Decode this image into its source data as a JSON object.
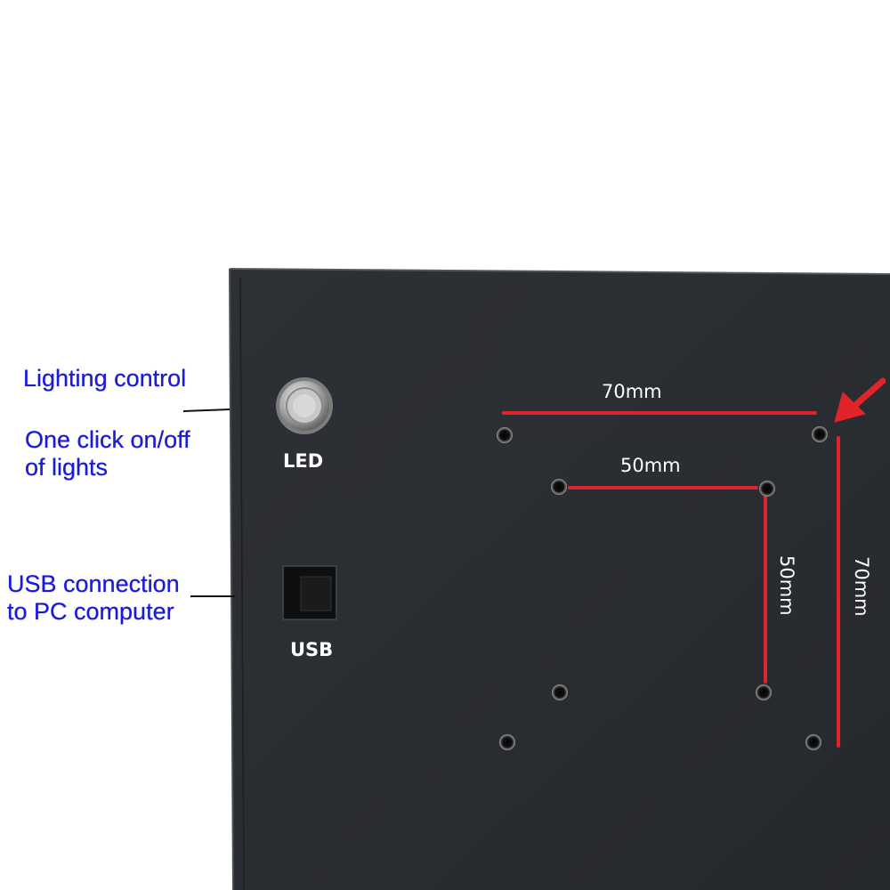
{
  "annotations": {
    "lighting_title": "Lighting control",
    "lighting_line1": "One click on/off",
    "lighting_line2": "of lights",
    "usb_line1": "USB connection",
    "usb_line2": "to PC computer"
  },
  "panel": {
    "led_label": "LED",
    "usb_label": "USB"
  },
  "dimensions": {
    "outer_width": "70mm",
    "inner_width": "50mm",
    "inner_height": "50mm",
    "outer_height": "70mm"
  },
  "colors": {
    "annotation_text": "#1a1adb",
    "measure_line": "#e0242a",
    "panel": "#2b2e33",
    "pointer_arrow": "#e0242a"
  }
}
